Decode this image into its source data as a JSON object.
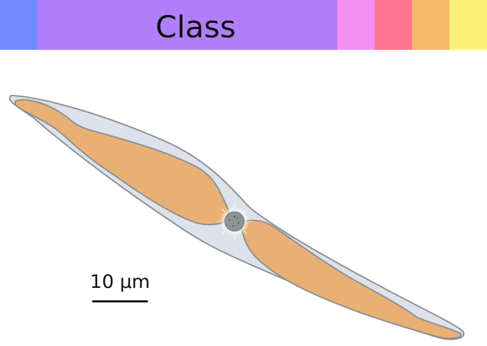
{
  "header": {
    "title": "Class",
    "segments": [
      {
        "name": "blue",
        "color": "#6f8aff"
      },
      {
        "name": "purple",
        "color": "#b07ff8"
      },
      {
        "name": "pink",
        "color": "#f78ff0"
      },
      {
        "name": "red",
        "color": "#fd7790"
      },
      {
        "name": "orange",
        "color": "#f5b96a"
      },
      {
        "name": "yellow",
        "color": "#fbf07a"
      }
    ]
  },
  "scale": {
    "label": "10 µm"
  },
  "colors": {
    "cell_wall": "#dde2ea",
    "outline": "#8b8f96",
    "chloroplast": "#e8b072",
    "nucleus": "#8f9296"
  }
}
